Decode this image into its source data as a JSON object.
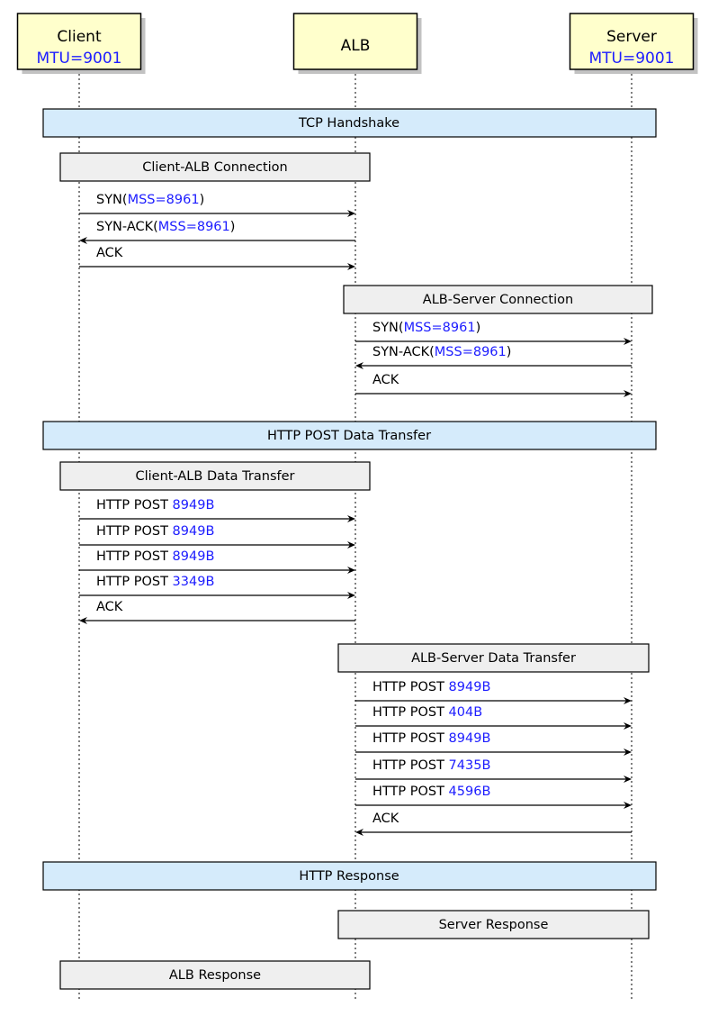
{
  "colors": {
    "accent": "#1c1cff",
    "participant_fill": "#ffffcc",
    "participant_shadow": "#c2c2c2",
    "section_fill": "#d5ebfb",
    "subsection_fill": "#efefef"
  },
  "participants": [
    {
      "id": "client",
      "name": "Client",
      "mtu": "MTU=9001"
    },
    {
      "id": "alb",
      "name": "ALB",
      "mtu": ""
    },
    {
      "id": "server",
      "name": "Server",
      "mtu": "MTU=9001"
    }
  ],
  "items": [
    {
      "kind": "section",
      "label": "TCP Handshake"
    },
    {
      "kind": "subsection",
      "label": "Client-ALB Connection",
      "span": "client-alb"
    },
    {
      "kind": "msg",
      "from": "client",
      "to": "alb",
      "text": "SYN(",
      "hl": "MSS=8961",
      "suffix": ")"
    },
    {
      "kind": "msg",
      "from": "alb",
      "to": "client",
      "text": "SYN-ACK(",
      "hl": "MSS=8961",
      "suffix": ")"
    },
    {
      "kind": "msg",
      "from": "client",
      "to": "alb",
      "text": "ACK",
      "hl": "",
      "suffix": ""
    },
    {
      "kind": "subsection",
      "label": "ALB-Server Connection",
      "span": "alb-server"
    },
    {
      "kind": "msg",
      "from": "alb",
      "to": "server",
      "text": "SYN(",
      "hl": "MSS=8961",
      "suffix": ")"
    },
    {
      "kind": "msg",
      "from": "server",
      "to": "alb",
      "text": "SYN-ACK(",
      "hl": "MSS=8961",
      "suffix": ")"
    },
    {
      "kind": "msg",
      "from": "alb",
      "to": "server",
      "text": "ACK",
      "hl": "",
      "suffix": ""
    },
    {
      "kind": "section",
      "label": "HTTP POST Data Transfer"
    },
    {
      "kind": "subsection",
      "label": "Client-ALB Data Transfer",
      "span": "client-alb"
    },
    {
      "kind": "msg",
      "from": "client",
      "to": "alb",
      "text": "HTTP POST ",
      "hl": "8949B",
      "suffix": ""
    },
    {
      "kind": "msg",
      "from": "client",
      "to": "alb",
      "text": "HTTP POST ",
      "hl": "8949B",
      "suffix": ""
    },
    {
      "kind": "msg",
      "from": "client",
      "to": "alb",
      "text": "HTTP POST ",
      "hl": "8949B",
      "suffix": ""
    },
    {
      "kind": "msg",
      "from": "client",
      "to": "alb",
      "text": "HTTP POST ",
      "hl": "3349B",
      "suffix": ""
    },
    {
      "kind": "msg",
      "from": "alb",
      "to": "client",
      "text": "ACK",
      "hl": "",
      "suffix": ""
    },
    {
      "kind": "subsection",
      "label": "ALB-Server Data Transfer",
      "span": "alb-server"
    },
    {
      "kind": "msg",
      "from": "alb",
      "to": "server",
      "text": "HTTP POST ",
      "hl": "8949B",
      "suffix": ""
    },
    {
      "kind": "msg",
      "from": "alb",
      "to": "server",
      "text": "HTTP POST ",
      "hl": "404B",
      "suffix": ""
    },
    {
      "kind": "msg",
      "from": "alb",
      "to": "server",
      "text": "HTTP POST ",
      "hl": "8949B",
      "suffix": ""
    },
    {
      "kind": "msg",
      "from": "alb",
      "to": "server",
      "text": "HTTP POST ",
      "hl": "7435B",
      "suffix": ""
    },
    {
      "kind": "msg",
      "from": "alb",
      "to": "server",
      "text": "HTTP POST ",
      "hl": "4596B",
      "suffix": ""
    },
    {
      "kind": "msg",
      "from": "server",
      "to": "alb",
      "text": "ACK",
      "hl": "",
      "suffix": ""
    },
    {
      "kind": "section",
      "label": "HTTP Response"
    },
    {
      "kind": "subsection",
      "label": "Server Response",
      "span": "alb-server"
    },
    {
      "kind": "subsection",
      "label": "ALB Response",
      "span": "client-alb"
    }
  ]
}
